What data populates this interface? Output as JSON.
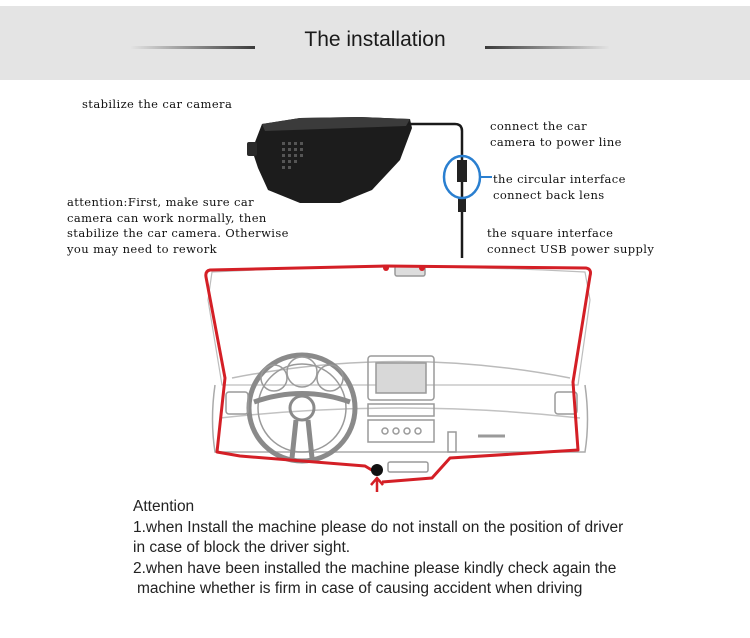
{
  "header": {
    "title": "The installation"
  },
  "diagram_labels": {
    "stabilize": "stabilize the car camera",
    "connect_power": [
      "connect the car",
      "camera to power line"
    ],
    "circular_interface": [
      "the circular interface",
      "connect back lens"
    ],
    "attention_first": [
      "attention:First, make sure car",
      "camera can work normally, then",
      "stabilize the car camera. Otherwise",
      "you may need to rework"
    ],
    "square_interface": [
      "the square interface",
      "connect USB power supply"
    ]
  },
  "colors": {
    "cable_red": "#d41f26",
    "highlight_blue": "#2a7fd0",
    "header_bg": "#e4e4e4"
  },
  "attention": {
    "heading": "Attention",
    "lines": [
      "1.when Install the machine please do not install on the position of driver",
      "in case of block the driver sight.",
      "2.when have been installed the machine please kindly check again the",
      "machine whether is firm in case of causing accident when driving"
    ]
  }
}
